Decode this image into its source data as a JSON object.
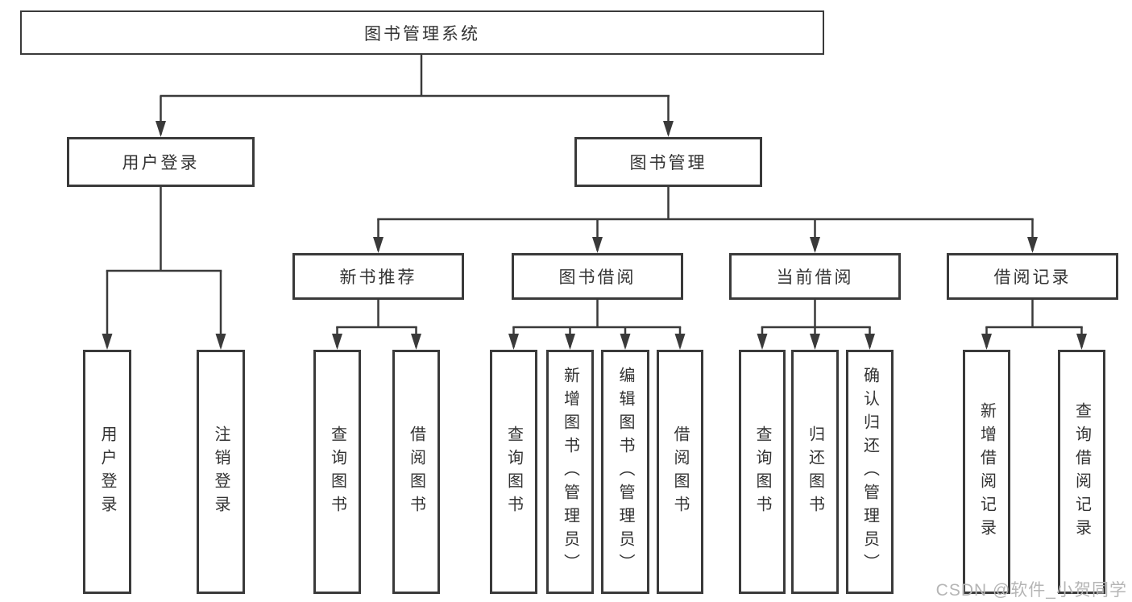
{
  "diagram": {
    "root": "图书管理系统",
    "branches": [
      {
        "label": "用户登录",
        "children": [
          "用户登录",
          "注销登录"
        ]
      },
      {
        "label": "图书管理",
        "sections": [
          {
            "label": "新书推荐",
            "children": [
              "查询图书",
              "借阅图书"
            ]
          },
          {
            "label": "图书借阅",
            "children": [
              "查询图书",
              "新增图书（管理员）",
              "编辑图书（管理员）",
              "借阅图书"
            ]
          },
          {
            "label": "当前借阅",
            "children": [
              "查询图书",
              "归还图书",
              "确认归还（管理员）"
            ]
          },
          {
            "label": "借阅记录",
            "children": [
              "新增借阅记录",
              "查询借阅记录"
            ]
          }
        ]
      }
    ]
  },
  "watermark": "CSDN @软件_小贺同学",
  "colors": {
    "line": "#3a3a3a",
    "box_border": "#3a3a3a",
    "text": "#333333",
    "watermark": "#b5b5b5",
    "background": "#ffffff"
  }
}
